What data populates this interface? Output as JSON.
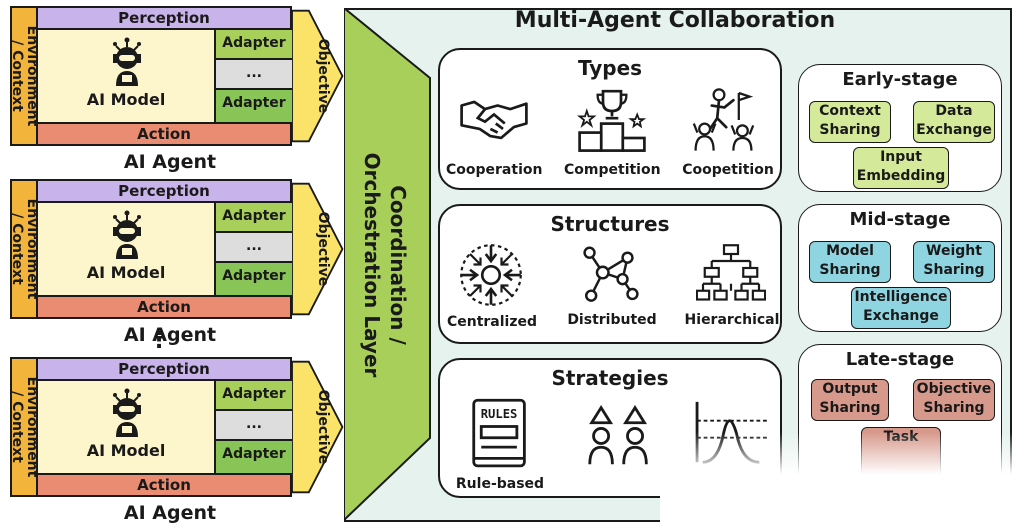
{
  "agents": [
    {
      "env": "Environment\n/ Context",
      "perception": "Perception",
      "model": "AI Model",
      "adapters": [
        "Adapter",
        "...",
        "Adapter"
      ],
      "action": "Action",
      "objective": "Objective",
      "name": "AI Agent"
    },
    {
      "env": "Environment\n/ Context",
      "perception": "Perception",
      "model": "AI Model",
      "adapters": [
        "Adapter",
        "...",
        "Adapter"
      ],
      "action": "Action",
      "objective": "Objective",
      "name": "AI Agent"
    },
    {
      "env": "Environment\n/ Context",
      "perception": "Perception",
      "model": "AI Model",
      "adapters": [
        "Adapter",
        "...",
        "Adapter"
      ],
      "action": "Action",
      "objective": "Objective",
      "name": "AI Agent"
    }
  ],
  "ellipsis": "⋮",
  "coordination": "Coordination /\nOrchestration Layer",
  "title": "Multi-Agent Collaboration",
  "types": {
    "title": "Types",
    "items": [
      "Cooperation",
      "Competition",
      "Coopetition"
    ]
  },
  "structures": {
    "title": "Structures",
    "items": [
      "Centralized",
      "Distributed",
      "Hierarchical"
    ]
  },
  "strategies": {
    "title": "Strategies",
    "items": [
      "Rule-based"
    ],
    "rules_icon_text": "RULES"
  },
  "early": {
    "title": "Early-stage",
    "pills": [
      [
        "Context",
        "Sharing"
      ],
      [
        "Data",
        "Exchange"
      ],
      [
        "Input",
        "Embedding"
      ]
    ]
  },
  "mid": {
    "title": "Mid-stage",
    "pills": [
      [
        "Model",
        "Sharing"
      ],
      [
        "Weight",
        "Sharing"
      ],
      [
        "Intelligence",
        "Exchange"
      ]
    ]
  },
  "late": {
    "title": "Late-stage",
    "pills": [
      [
        "Output",
        "Sharing"
      ],
      [
        "Objective",
        "Sharing"
      ],
      [
        "Task",
        ""
      ]
    ]
  },
  "colors": {
    "env": "#f2b43a",
    "perception": "#c8b3ea",
    "action": "#ea8c72",
    "adapter": "#a8cf5a",
    "panel": "#e5f2ee",
    "green_pill": "#d4ea9a",
    "blue_pill": "#8fd5e1",
    "red_pill": "#d7998b",
    "coordination": "#a8cf5a"
  }
}
